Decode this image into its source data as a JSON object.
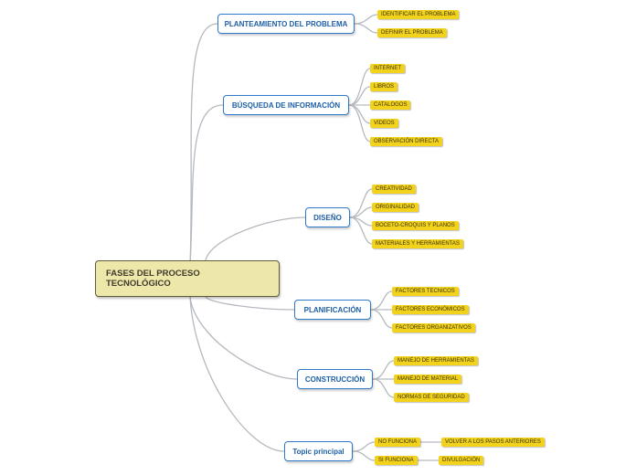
{
  "root": {
    "line1": "FASES DEL PROCESO",
    "line2": "TECNOLÓGICO"
  },
  "branches": [
    {
      "label": "PLANTEAMIENTO DEL PROBLEMA",
      "children": [
        "IDENTIFICAR EL PROBLEMA",
        "DEFINIR EL PROBLEMA"
      ]
    },
    {
      "label": "BÚSQUEDA DE INFORMACIÓN",
      "children": [
        "INTERNET",
        "LIBROS",
        "CATALOGOS",
        "VIDEOS",
        "OBSERVACIÓN DIRECTA"
      ]
    },
    {
      "label": "DISEÑO",
      "children": [
        "CREATIVIDAD",
        "ORIGINALIDAD",
        "BOCETO-CROQUIS Y PLANOS",
        "MATERIALES Y HERRAMIENTAS"
      ]
    },
    {
      "label": "PLANIFICACIÓN",
      "children": [
        "FACTORES TECNICOS",
        "FACTORES ECONÓMICOS",
        "FACTORES ORGANIZATIVOS"
      ]
    },
    {
      "label": "CONSTRUCCIÓN",
      "children": [
        "MANEJO DE HERRAMIENTAS",
        "MANEJO DE MATERIAL",
        "NORMAS DE SEGURIDAD"
      ]
    },
    {
      "label": "Topic principal",
      "children": [
        "NO FUNCIONA",
        "SI FUNCIONA"
      ]
    }
  ],
  "grandchildren": {
    "no_funciona": "VOLVER A LOS PASOS ANTERIORES",
    "si_funciona": "DIVULGACIÓN"
  },
  "colors": {
    "line": "#b4b9bf",
    "branch_border": "#2f79c9",
    "branch_text": "#1d5fa6",
    "leaf_fill": "#f3d21b",
    "root_fill": "#ede7a9"
  }
}
